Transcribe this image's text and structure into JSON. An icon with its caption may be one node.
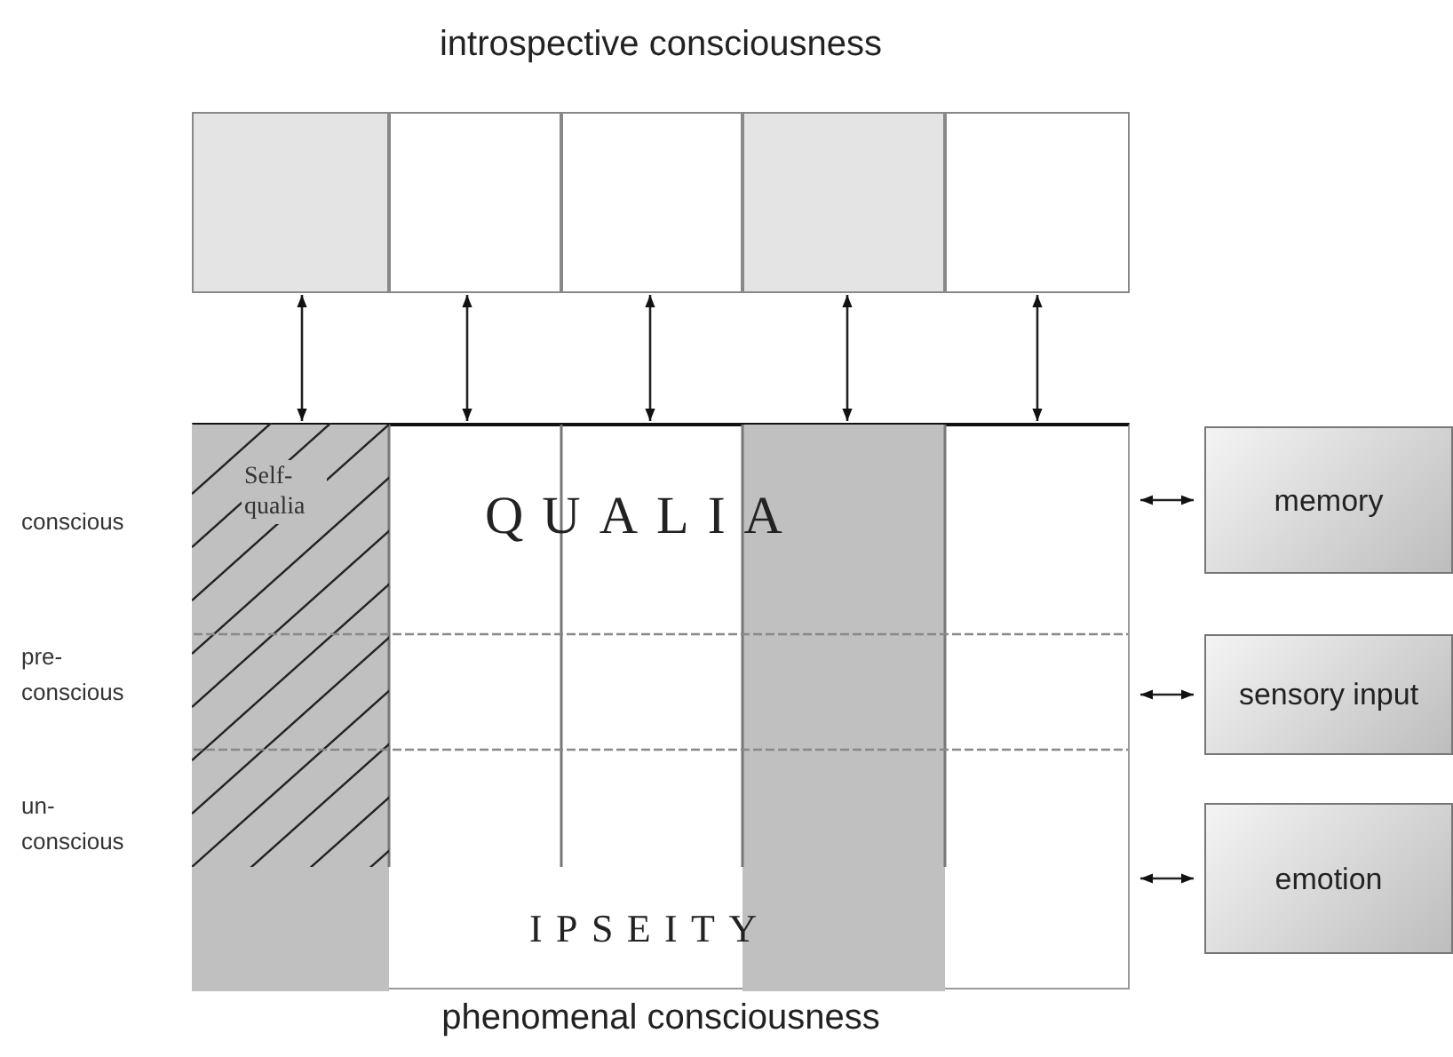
{
  "diagram": {
    "title": "introspective consciousness",
    "caption": "phenomenal consciousness",
    "nodes": [
      {
        "text": [],
        "shape": "box"
      },
      {
        "text": [],
        "shape": "box"
      },
      {
        "text": [],
        "shape": "box"
      },
      {
        "text": [],
        "shape": "box"
      },
      {
        "text": [],
        "shape": "box"
      },
      {
        "text": [
          "QUALIA",
          "IPSEITY"
        ]
      },
      {
        "text": [
          "Self- qualia"
        ],
        "in": 5
      },
      {
        "text": [],
        "shape": "box",
        "in": 5
      },
      {
        "text": [
          "memory"
        ]
      },
      {
        "text": [
          "sensory input"
        ]
      },
      {
        "text": [
          "emotion"
        ]
      }
    ],
    "edges": [
      {
        "from": 0,
        "to": 6,
        "arrow": "both"
      },
      {
        "from": 1,
        "to": 5,
        "arrow": "both"
      },
      {
        "from": 2,
        "to": 5,
        "arrow": "both"
      },
      {
        "from": 3,
        "to": 7,
        "arrow": "both"
      },
      {
        "from": 4,
        "to": 5,
        "arrow": "both"
      },
      {
        "from": 5,
        "to": 8,
        "arrow": "both"
      },
      {
        "from": 5,
        "to": 9,
        "arrow": "both"
      },
      {
        "from": 5,
        "to": 10,
        "arrow": "both"
      }
    ],
    "labels": [
      "conscious",
      "pre- conscious",
      "un- conscious"
    ]
  }
}
